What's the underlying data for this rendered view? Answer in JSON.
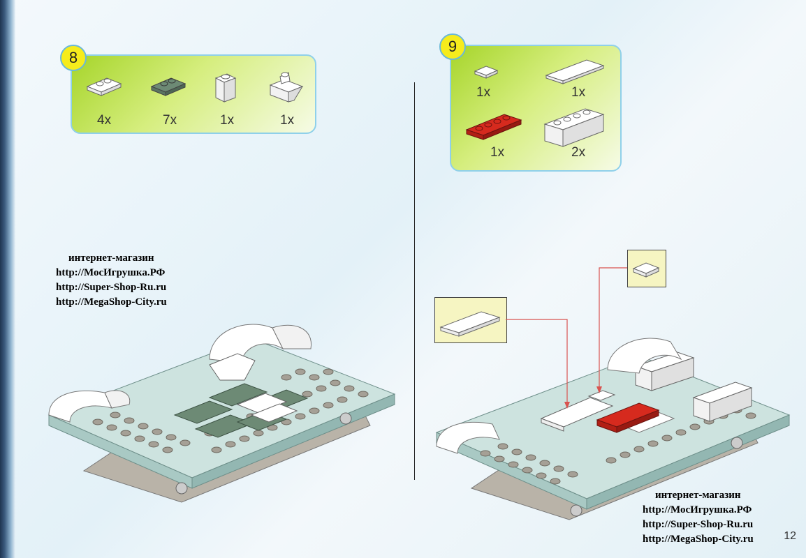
{
  "steps": [
    {
      "number": "8",
      "parts": [
        {
          "icon": "white-1x2-plate",
          "qty": "4x"
        },
        {
          "icon": "dark-green-1x2-plate",
          "qty": "7x"
        },
        {
          "icon": "white-1x1-brick",
          "qty": "1x"
        },
        {
          "icon": "white-slope-brick",
          "qty": "1x"
        }
      ]
    },
    {
      "number": "9",
      "parts": [
        {
          "icon": "white-1x1-tile",
          "qty": "1x"
        },
        {
          "icon": "white-1x4-tile",
          "qty": "1x"
        },
        {
          "icon": "red-1x4-plate",
          "qty": "1x"
        },
        {
          "icon": "white-1x4-brick",
          "qty": "2x"
        }
      ]
    }
  ],
  "shop_left": {
    "title": "интернет-магазин",
    "links": [
      "http://МосИгрушка.РФ",
      "http://Super-Shop-Ru.ru",
      "http://MegaShop-City.ru"
    ]
  },
  "shop_right": {
    "title": "интернет-магазин",
    "links": [
      "http://МосИгрушка.РФ",
      "http://Super-Shop-Ru.ru",
      "http://MegaShop-City.ru"
    ]
  },
  "page_number": "12",
  "colors": {
    "accent_green": "#a6d52a",
    "step_badge": "#f6ec1c",
    "callout_line": "#d9534f"
  }
}
